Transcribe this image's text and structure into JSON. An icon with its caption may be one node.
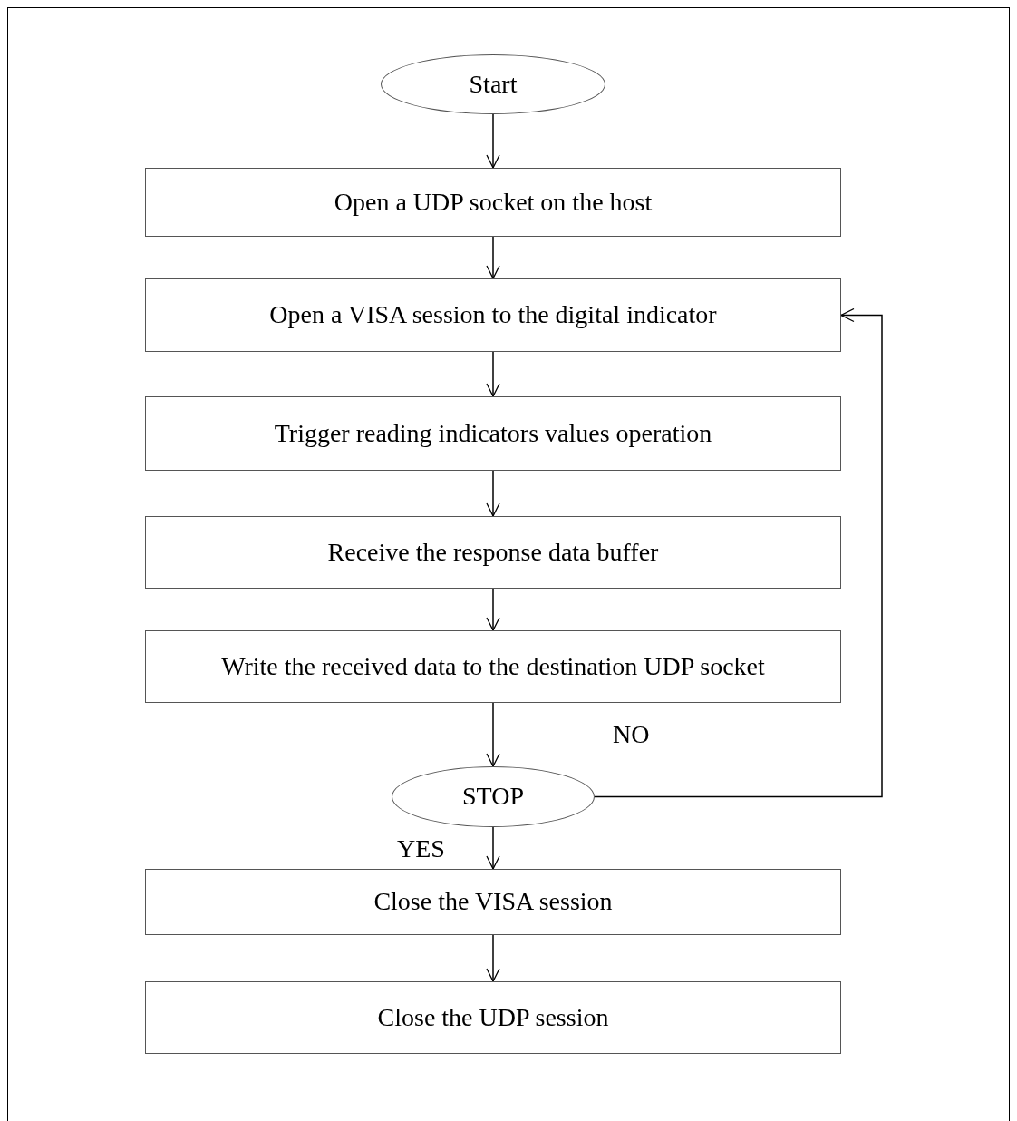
{
  "diagram": {
    "nodes": [
      {
        "text": [
          "Start"
        ]
      },
      {
        "text": [
          "Open a UDP socket on the host"
        ]
      },
      {
        "text": [
          "Open a VISA session to the digital indicator"
        ]
      },
      {
        "text": [
          "Trigger reading indicators values operation"
        ]
      },
      {
        "text": [
          "Receive the response data buffer"
        ]
      },
      {
        "text": [
          "Write the received data to the destination UDP socket"
        ]
      },
      {
        "text": [
          "STOP"
        ]
      },
      {
        "text": [
          "Close the VISA session"
        ]
      },
      {
        "text": [
          "Close the UDP session"
        ]
      }
    ],
    "edges": [
      {
        "from": 0,
        "to": 1,
        "arrow": "to"
      },
      {
        "from": 1,
        "to": 2,
        "arrow": "to"
      },
      {
        "from": 2,
        "to": 3,
        "arrow": "to"
      },
      {
        "from": 3,
        "to": 4,
        "arrow": "to"
      },
      {
        "from": 4,
        "to": 5,
        "arrow": "to"
      },
      {
        "from": 5,
        "to": 6,
        "arrow": "to"
      },
      {
        "from": 6,
        "to": 2,
        "arrow": "to",
        "label": "NO"
      },
      {
        "from": 6,
        "to": 7,
        "arrow": "to",
        "label": "YES"
      },
      {
        "from": 7,
        "to": 8,
        "arrow": "to"
      }
    ]
  }
}
